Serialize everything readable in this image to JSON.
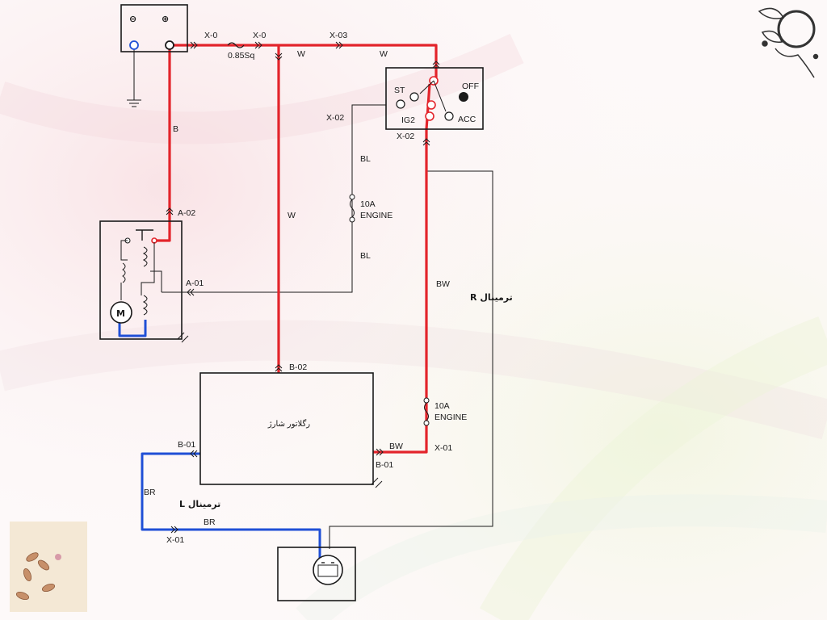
{
  "colors": {
    "b_wire": "#e3242b",
    "br_wire": "#1f4fd6",
    "black": "#1a1a1a"
  },
  "battery": {
    "minus_symbol": "⊖",
    "plus_symbol": "⊕"
  },
  "connectors": {
    "x0_left": "X-0",
    "x0_right": "X-0",
    "x03": "X-03",
    "x02_switch_left": "X-02",
    "x02_switch_bottom": "X-02",
    "a02": "A-02",
    "a01": "A-01",
    "b02": "B-02",
    "b01_left": "B-01",
    "b01_bottom": "B-01",
    "x01_right": "X-01",
    "x01_bottom": "X-01"
  },
  "wires": {
    "fuse_size": "0.85Sq",
    "w_top_a": "W",
    "w_top_b": "W",
    "w_vertical": "W",
    "b_vertical": "B",
    "bl_top": "BL",
    "bl_bottom": "BL",
    "bw_vertical": "BW",
    "bw_horizontal": "BW",
    "br_vertical": "BR",
    "br_horizontal": "BR"
  },
  "ignition_switch": {
    "st": "ST",
    "off": "OFF",
    "ig2": "IG2",
    "acc": "ACC"
  },
  "fuses": {
    "engine_fuse_1_rating": "10A",
    "engine_fuse_1_name": "ENGINE",
    "engine_fuse_2_rating": "10A",
    "engine_fuse_2_name": "ENGINE"
  },
  "terminals": {
    "r_terminal": "ترمینال R",
    "l_terminal": "ترمینال L"
  },
  "regulator": {
    "title": "رگلاتور شارژ"
  },
  "starter": {
    "motor_letter": "M"
  }
}
